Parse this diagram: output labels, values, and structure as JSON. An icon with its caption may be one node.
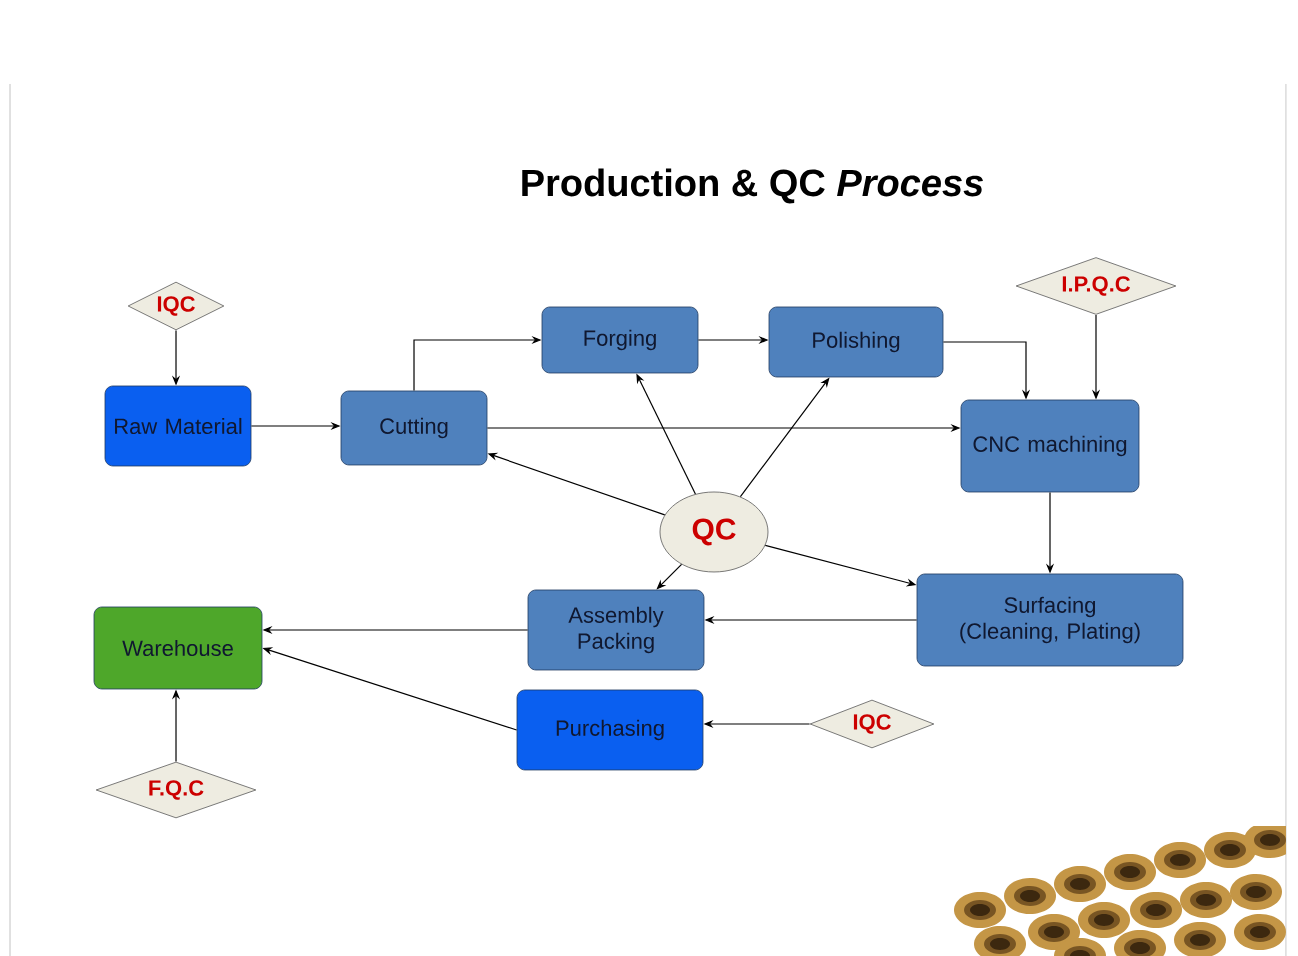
{
  "diagram": {
    "title": "Production & QC *Process*",
    "nodes": [
      {
        "text": [
          "IQC"
        ]
      },
      {
        "text": [
          "I.P.Q.C"
        ]
      },
      {
        "text": [
          "Forging"
        ]
      },
      {
        "text": [
          "Polishing"
        ]
      },
      {
        "text": [
          "Raw Material"
        ]
      },
      {
        "text": [
          "Cutting"
        ]
      },
      {
        "text": [
          "CNC machining"
        ]
      },
      {
        "text": [
          "QC"
        ]
      },
      {
        "text": [
          "Assembly Packing"
        ]
      },
      {
        "text": [
          "Surfacing (Cleaning, Plating)"
        ]
      },
      {
        "text": [
          "Warehouse"
        ]
      },
      {
        "text": [
          "Purchasing"
        ]
      },
      {
        "text": [
          "IQC"
        ]
      },
      {
        "text": [
          "F.Q.C"
        ]
      }
    ],
    "edges": [
      {
        "from": 0,
        "to": 4,
        "arrow": "to"
      },
      {
        "from": 4,
        "to": 5,
        "arrow": "to"
      },
      {
        "from": 5,
        "to": 2,
        "arrow": "to"
      },
      {
        "from": 2,
        "to": 3,
        "arrow": "to"
      },
      {
        "from": 3,
        "to": 6,
        "arrow": "to"
      },
      {
        "from": 1,
        "to": 6,
        "arrow": "to"
      },
      {
        "from": 5,
        "to": 6,
        "arrow": "to"
      },
      {
        "from": 7,
        "to": 2,
        "arrow": "to"
      },
      {
        "from": 7,
        "to": 3,
        "arrow": "to"
      },
      {
        "from": 7,
        "to": 5,
        "arrow": "to"
      },
      {
        "from": 7,
        "to": 8,
        "arrow": "to"
      },
      {
        "from": 7,
        "to": 9,
        "arrow": "to"
      },
      {
        "from": 6,
        "to": 9,
        "arrow": "to"
      },
      {
        "from": 9,
        "to": 8,
        "arrow": "to"
      },
      {
        "from": 8,
        "to": 10,
        "arrow": "to"
      },
      {
        "from": 11,
        "to": 10,
        "arrow": "to"
      },
      {
        "from": 12,
        "to": 11,
        "arrow": "to"
      },
      {
        "from": 13,
        "to": 10,
        "arrow": "to"
      }
    ]
  }
}
